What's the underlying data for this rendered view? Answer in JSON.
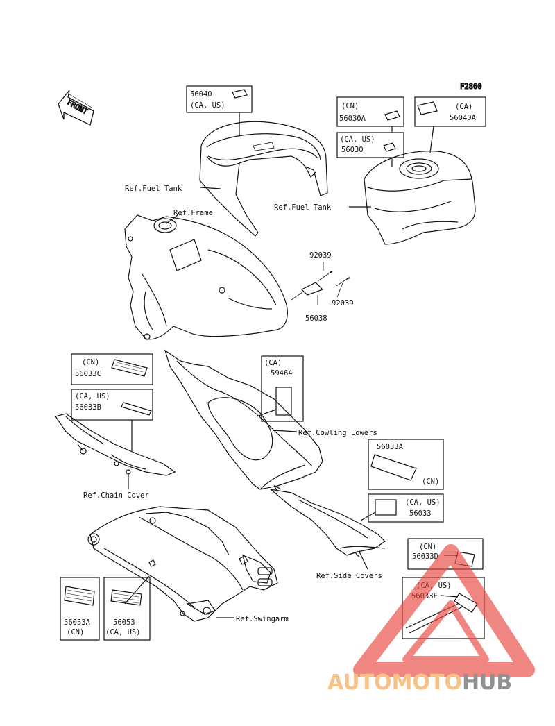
{
  "diagram": {
    "fig_id": "F2860",
    "front_arrow": "FRONT",
    "parts": {
      "p56040": {
        "num": "56040",
        "region": "(CA, US)"
      },
      "p56030A": {
        "region": "(CN)",
        "num": "56030A"
      },
      "p56040A": {
        "region": "(CA)",
        "num": "56040A"
      },
      "p56030": {
        "region": "(CA, US)",
        "num": "56030"
      },
      "p92039a": "92039",
      "p92039b": "92039",
      "p56038": "56038",
      "p56033C": {
        "region": "(CN)",
        "num": "56033C"
      },
      "p56033B": {
        "region": "(CA, US)",
        "num": "56033B"
      },
      "p59464": {
        "region": "(CA)",
        "num": "59464"
      },
      "p56033A": {
        "num": "56033A",
        "region": "(CN)"
      },
      "p56033": {
        "region": "(CA, US)",
        "num": "56033"
      },
      "p56033D": {
        "region": "(CN)",
        "num": "56033D"
      },
      "p56033E": {
        "region": "(CA, US)",
        "num": "56033E"
      },
      "p56053A": {
        "num": "56053A",
        "region": "(CN)"
      },
      "p56053": {
        "num": "56053",
        "region": "(CA, US)"
      }
    },
    "refs": {
      "fuel_tank_1": "Ref.Fuel Tank",
      "fuel_tank_2": "Ref.Fuel Tank",
      "frame": "Ref.Frame",
      "cowling": "Ref.Cowling Lowers",
      "chain_cover": "Ref.Chain Cover",
      "side_covers": "Ref.Side Covers",
      "swingarm": "Ref.Swingarm"
    }
  },
  "watermark": {
    "part1": "AUTOMOTO",
    "part2": "HUB",
    "color1": "#f4a24a",
    "color2": "#555555",
    "triangle_color": "#e8473f"
  }
}
